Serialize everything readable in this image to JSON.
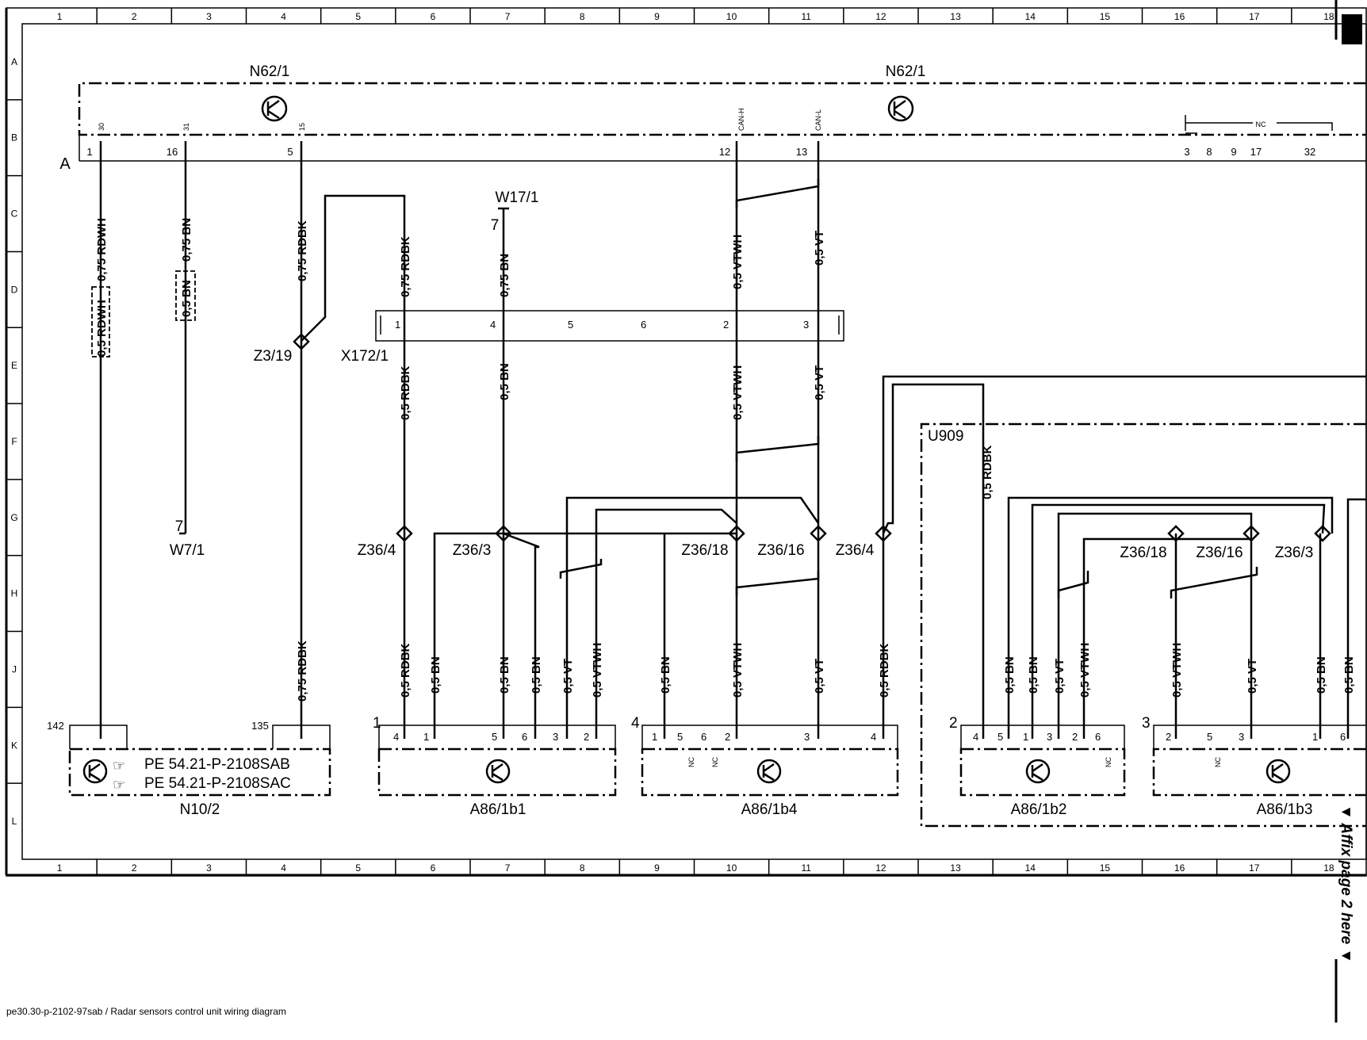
{
  "grid": {
    "columns": [
      "1",
      "2",
      "3",
      "4",
      "5",
      "6",
      "7",
      "8",
      "9",
      "10",
      "11",
      "12",
      "13",
      "14",
      "15",
      "16",
      "17",
      "18"
    ],
    "rows": [
      "A",
      "B",
      "C",
      "D",
      "E",
      "F",
      "G",
      "H",
      "J",
      "K",
      "L"
    ]
  },
  "components": {
    "n62_left": "N62/1",
    "n62_right": "N62/1",
    "connector_a": "A",
    "w17": "W17/1",
    "w17_pin": "7",
    "w7": "W7/1",
    "w7_pin": "7",
    "z3_19": "Z3/19",
    "x172": "X172/1",
    "z36_4_left": "Z36/4",
    "z36_3_left": "Z36/3",
    "z36_18_left": "Z36/18",
    "z36_16_left": "Z36/16",
    "z36_4_mid": "Z36/4",
    "u909": "U909",
    "z36_18_right": "Z36/18",
    "z36_16_right": "Z36/16",
    "z36_3_right": "Z36/3",
    "n10_2": "N10/2",
    "a86_1b1": "A86/1b1",
    "a86_1b4": "A86/1b4",
    "a86_1b2": "A86/1b2",
    "a86_1b3": "A86/1b3"
  },
  "n62_pins": {
    "top": [
      "30",
      "31",
      "15",
      "CAN-H",
      "CAN-L"
    ],
    "bottom": [
      "1",
      "16",
      "5",
      "12",
      "13"
    ],
    "right_group": [
      "3",
      "8",
      "9",
      "17",
      "32"
    ],
    "nc": "NC"
  },
  "x172_pins": [
    "1",
    "4",
    "5",
    "6",
    "2",
    "3"
  ],
  "wires": {
    "w30_upper": "0,75 RDWH",
    "w30_lower": "0,5 RDWH",
    "w31_upper": "0,75 BN",
    "w31_lower": "0,5 BN",
    "w15_upper": "0,75 RDBK",
    "w15_lower": "0,75 RDBK",
    "x172_1_upper": "0,75 RDBK",
    "x172_4_upper": "0,75 BN",
    "canh_upper": "0,5 VTWH",
    "canl_upper": "0,5 VT",
    "x172_1_lower": "0,5 RDBK",
    "x172_4_lower": "0,5 BN",
    "x172_2_lower": "0,5 VTWH",
    "x172_3_lower": "0,5 VT",
    "u909_rdbk": "0,5 RDBK",
    "b1_rdbk": "0,5 RDBK",
    "b1_bn1": "0,5 BN",
    "b1_bn5": "0,5 BN",
    "b1_bn6": "0,5 BN",
    "b1_vt": "0,5 VT",
    "b1_vtwh": "0,5 VTWH",
    "b4_bn": "0,5 BN",
    "b4_vtwh": "0,5 VTWH",
    "b4_vt": "0,5 VT",
    "b4_rdbk": "0,5 RDBK",
    "b2_bn5": "0,5 BN",
    "b2_bn1": "0,5 BN",
    "b2_vt": "0,5 VT",
    "b2_vtwh": "0,5 VTWH",
    "b3_vtwh": "0,5 VTWH",
    "b3_vt": "0,5 VT",
    "b3_bn1": "0,5 BN",
    "b3_bn6": "0,5 BN"
  },
  "n10_pins": {
    "p142": "142",
    "p135": "135",
    "ref1": "PE 54.21-P-2108SAB",
    "ref2": "PE 54.21-P-2108SAC"
  },
  "b1_pins": {
    "group": "1",
    "pins": [
      "4",
      "1",
      "5",
      "6",
      "3",
      "2"
    ]
  },
  "b4_pins": {
    "group": "4",
    "pins": [
      "1",
      "5",
      "6",
      "2",
      "3",
      "4"
    ],
    "nc": "NC"
  },
  "b2_pins": {
    "group": "2",
    "pins": [
      "4",
      "5",
      "1",
      "3",
      "2",
      "6"
    ],
    "nc": "NC"
  },
  "b3_pins": {
    "group": "3",
    "pins": [
      "2",
      "5",
      "3",
      "1",
      "6"
    ],
    "nc": "NC"
  },
  "affix": "▼ Affix page 2 here ▼",
  "footer": "pe30.30-p-2102-97sab / Radar sensors control unit wiring diagram"
}
